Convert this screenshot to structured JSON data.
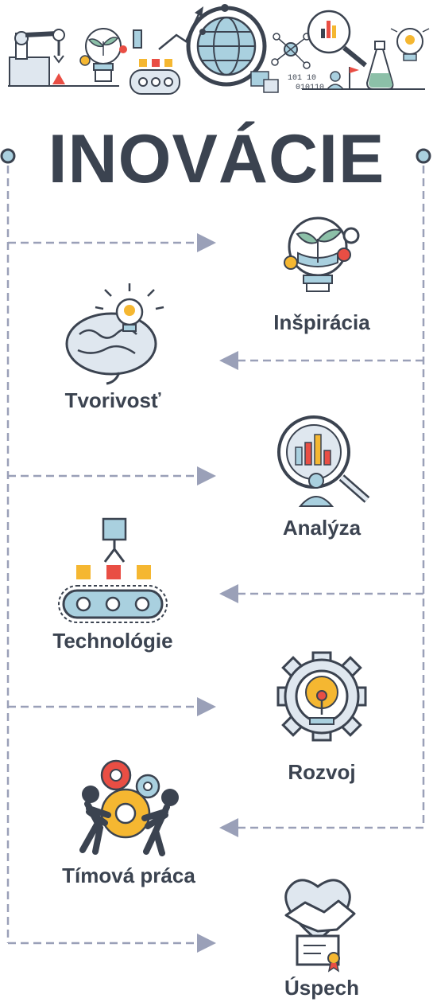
{
  "title": "INOVÁCIE",
  "steps": [
    {
      "label": "Inšpirácia",
      "icon": "lightbulb-plant-icon",
      "side": "right"
    },
    {
      "label": "Tvorivosť",
      "icon": "brain-lightbulb-icon",
      "side": "left"
    },
    {
      "label": "Analýza",
      "icon": "magnifier-chart-icon",
      "side": "right"
    },
    {
      "label": "Technológie",
      "icon": "conveyor-robot-icon",
      "side": "left"
    },
    {
      "label": "Rozvoj",
      "icon": "gear-lightbulb-icon",
      "side": "right"
    },
    {
      "label": "Tímová práca",
      "icon": "teamwork-gears-icon",
      "side": "left"
    },
    {
      "label": "Úspech",
      "icon": "handshake-heart-icon",
      "side": "right"
    }
  ],
  "header_banner": {
    "icons": [
      "robot-arm-icon",
      "plant-bulb-icon",
      "conveyor-icon",
      "globe-icon",
      "network-icon",
      "magnifier-chart-icon",
      "binary-code-icon",
      "flask-icon",
      "lightbulb-icon"
    ],
    "binary_text": [
      "101 10",
      "010110"
    ]
  },
  "colors": {
    "text": "#3b4350",
    "dash": "#9aa0b8",
    "accent_yellow": "#f5b731",
    "accent_red": "#e94e44",
    "accent_blue": "#a9d0df",
    "outline": "#3b4350"
  }
}
